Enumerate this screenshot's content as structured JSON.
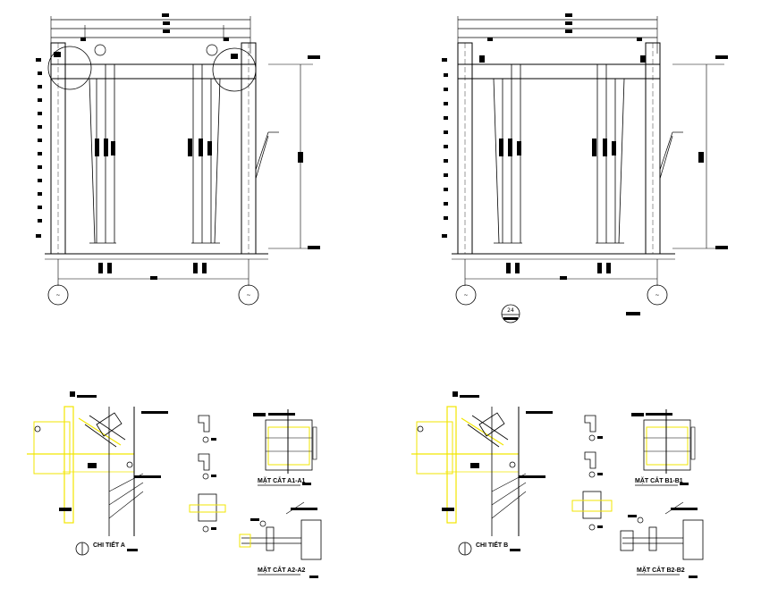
{
  "drawing": {
    "frame_left": {
      "grid_bubble_left": "~",
      "grid_bubble_right": "~"
    },
    "frame_right": {
      "grid_bubble_left": "~",
      "grid_bubble_right": "~",
      "section_marker": "24"
    },
    "details": {
      "detail_a_title": "CHI TIẾT A",
      "section_a1_title": "MẶT CẮT A1-A1",
      "section_a2_title": "MẶT CẮT A2-A2",
      "detail_b_title": "CHI TIẾT B",
      "section_b1_title": "MẶT CẮT B1-B1",
      "section_b2_title": "MẶT CẮT B2-B2"
    }
  },
  "colors": {
    "lines": "#000000",
    "highlight": "#f2e600",
    "background": "#ffffff"
  }
}
